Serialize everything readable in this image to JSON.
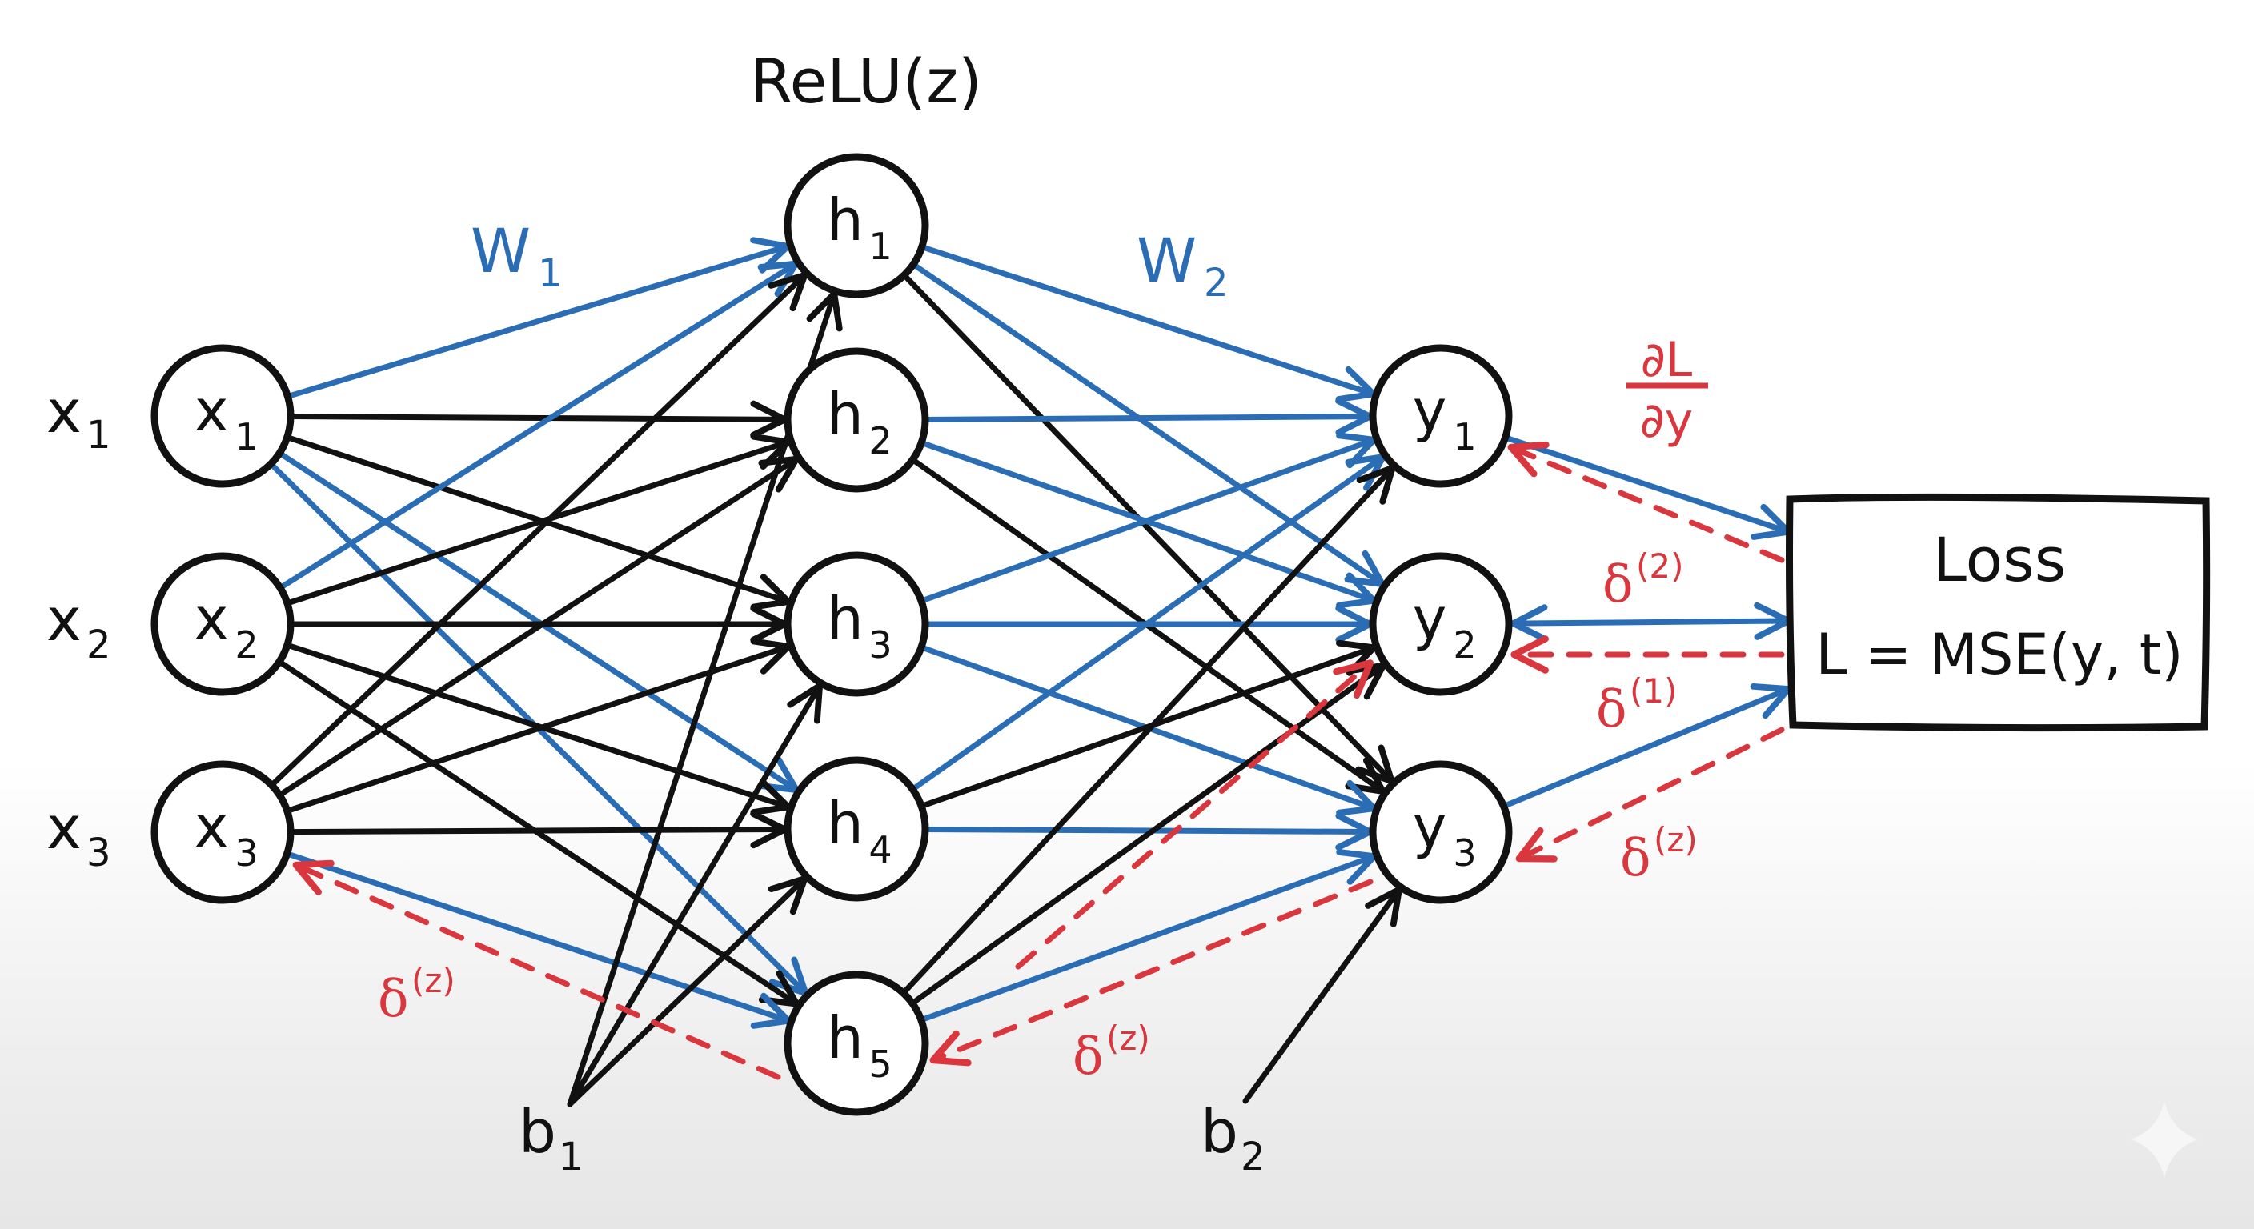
{
  "title": "ReLU(z)",
  "colors": {
    "forward_black": "#111111",
    "weight_blue": "#2a6db5",
    "gradient_red": "#d9363e",
    "background": "#ffffff"
  },
  "weights": {
    "w1": {
      "main": "W",
      "sub": "1"
    },
    "w2": {
      "main": "W",
      "sub": "2"
    }
  },
  "input_labels": [
    {
      "main": "x",
      "sub": "1"
    },
    {
      "main": "x",
      "sub": "2"
    },
    {
      "main": "x",
      "sub": "3"
    }
  ],
  "layers": {
    "input": [
      {
        "id": "x1",
        "main": "x",
        "sub": "1"
      },
      {
        "id": "x2",
        "main": "x",
        "sub": "2"
      },
      {
        "id": "x3",
        "main": "x",
        "sub": "3"
      }
    ],
    "hidden": [
      {
        "id": "h1",
        "main": "h",
        "sub": "1"
      },
      {
        "id": "h2",
        "main": "h",
        "sub": "2"
      },
      {
        "id": "h3",
        "main": "h",
        "sub": "3"
      },
      {
        "id": "h4",
        "main": "h",
        "sub": "4"
      },
      {
        "id": "h5",
        "main": "h",
        "sub": "5"
      }
    ],
    "output": [
      {
        "id": "y1",
        "main": "y",
        "sub": "1"
      },
      {
        "id": "y2",
        "main": "y",
        "sub": "2"
      },
      {
        "id": "y3",
        "main": "y",
        "sub": "3"
      }
    ]
  },
  "biases": [
    {
      "id": "b1",
      "main": "b",
      "sub": "1",
      "targets": [
        "h1",
        "h3",
        "h4"
      ]
    },
    {
      "id": "b2",
      "main": "b",
      "sub": "2",
      "targets": [
        "y3"
      ]
    }
  ],
  "edges": {
    "input_hidden": [
      {
        "from": "x1",
        "to": "h1",
        "color": "blue"
      },
      {
        "from": "x1",
        "to": "h2",
        "color": "black"
      },
      {
        "from": "x1",
        "to": "h3",
        "color": "black"
      },
      {
        "from": "x1",
        "to": "h4",
        "color": "blue"
      },
      {
        "from": "x1",
        "to": "h5",
        "color": "blue"
      },
      {
        "from": "x2",
        "to": "h1",
        "color": "blue"
      },
      {
        "from": "x2",
        "to": "h2",
        "color": "black"
      },
      {
        "from": "x2",
        "to": "h3",
        "color": "black"
      },
      {
        "from": "x2",
        "to": "h4",
        "color": "black"
      },
      {
        "from": "x2",
        "to": "h5",
        "color": "black"
      },
      {
        "from": "x3",
        "to": "h1",
        "color": "black"
      },
      {
        "from": "x3",
        "to": "h2",
        "color": "black"
      },
      {
        "from": "x3",
        "to": "h3",
        "color": "black"
      },
      {
        "from": "x3",
        "to": "h4",
        "color": "black"
      },
      {
        "from": "x3",
        "to": "h5",
        "color": "blue"
      }
    ],
    "hidden_output": [
      {
        "from": "h1",
        "to": "y1",
        "color": "blue"
      },
      {
        "from": "h1",
        "to": "y2",
        "color": "blue"
      },
      {
        "from": "h1",
        "to": "y3",
        "color": "black"
      },
      {
        "from": "h2",
        "to": "y1",
        "color": "blue"
      },
      {
        "from": "h2",
        "to": "y2",
        "color": "blue"
      },
      {
        "from": "h2",
        "to": "y3",
        "color": "black"
      },
      {
        "from": "h3",
        "to": "y1",
        "color": "blue"
      },
      {
        "from": "h3",
        "to": "y2",
        "color": "blue"
      },
      {
        "from": "h3",
        "to": "y3",
        "color": "blue"
      },
      {
        "from": "h4",
        "to": "y1",
        "color": "blue"
      },
      {
        "from": "h4",
        "to": "y2",
        "color": "black"
      },
      {
        "from": "h4",
        "to": "y3",
        "color": "blue"
      },
      {
        "from": "h5",
        "to": "y1",
        "color": "black"
      },
      {
        "from": "h5",
        "to": "y2",
        "color": "black"
      },
      {
        "from": "h5",
        "to": "y3",
        "color": "blue"
      }
    ],
    "output_loss": [
      {
        "from": "y1",
        "to": "loss",
        "color": "blue",
        "bidirectional": false
      },
      {
        "from": "y2",
        "to": "loss",
        "color": "blue",
        "bidirectional": true
      },
      {
        "from": "y3",
        "to": "loss",
        "color": "blue",
        "bidirectional": false
      }
    ]
  },
  "gradients": [
    {
      "from": "loss",
      "to": "y1",
      "label": null
    },
    {
      "from": "loss",
      "to": "y2",
      "label": null
    },
    {
      "from": "loss",
      "to": "y3",
      "label": null
    },
    {
      "from": "y3",
      "to": "h5",
      "label": null
    },
    {
      "from": "h5",
      "to": "y2",
      "label": null
    },
    {
      "from": "h5",
      "to": "x3",
      "label": null
    }
  ],
  "gradient_labels": {
    "dL_dy": {
      "numerator": "∂L",
      "denominator": "∂y"
    },
    "delta2": {
      "main": "δ",
      "sup": "(2)"
    },
    "delta1": {
      "main": "δ",
      "sup": "(1)"
    },
    "delta_z_loss": {
      "main": "δ",
      "sup": "(z)"
    },
    "delta_z_hidden": {
      "main": "δ",
      "sup": "(z)"
    },
    "delta_z_input": {
      "main": "δ",
      "sup": "(z)"
    }
  },
  "loss": {
    "title": "Loss",
    "formula": "L = MSE(y, t)"
  },
  "watermark": "sparkle-icon"
}
